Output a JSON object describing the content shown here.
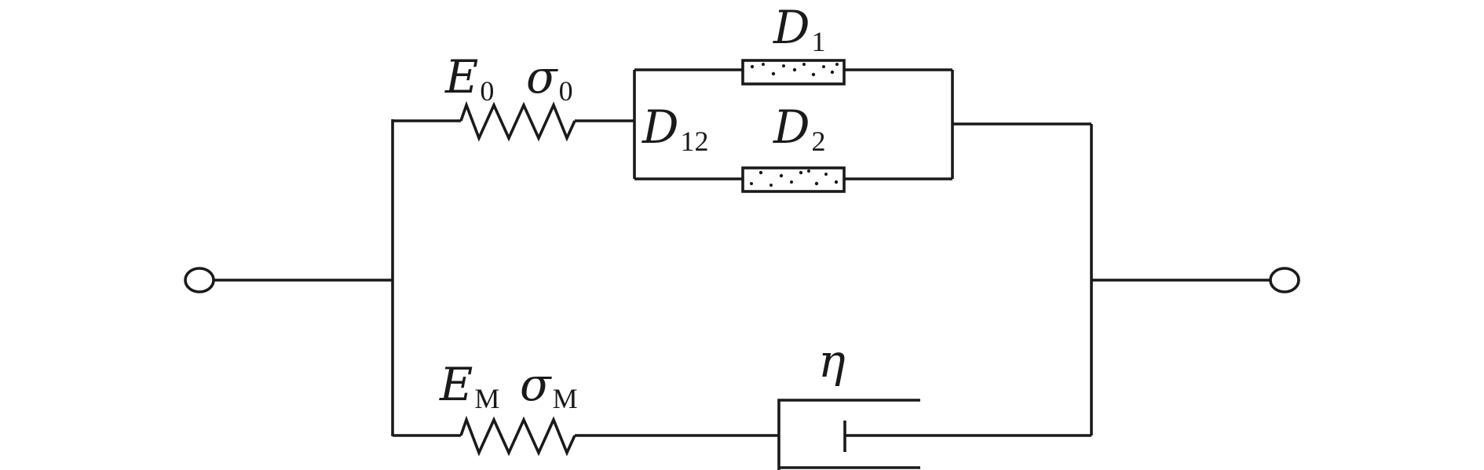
{
  "diagram": {
    "labels": {
      "e0": {
        "main": "E",
        "sub": "0"
      },
      "sigma0": {
        "main": "σ",
        "sub": "0"
      },
      "d1": {
        "main": "D",
        "sub": "1"
      },
      "d12": {
        "main": "D",
        "sub": "12"
      },
      "d2": {
        "main": "D",
        "sub": "2"
      },
      "em": {
        "main": "E",
        "sub": "M"
      },
      "sigmam": {
        "main": "σ",
        "sub": "M"
      },
      "eta": {
        "main": "η"
      }
    }
  }
}
